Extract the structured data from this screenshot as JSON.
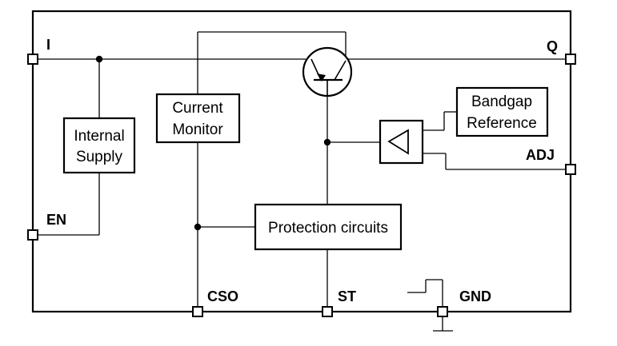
{
  "blocks": {
    "internal_supply": [
      "Internal",
      "Supply"
    ],
    "current_monitor": [
      "Current",
      "Monitor"
    ],
    "bandgap_reference": [
      "Bandgap",
      "Reference"
    ],
    "protection_circuits": "Protection circuits"
  },
  "pins": {
    "i": "I",
    "q": "Q",
    "en": "EN",
    "adj": "ADJ",
    "cso": "CSO",
    "st": "ST",
    "gnd": "GND"
  }
}
